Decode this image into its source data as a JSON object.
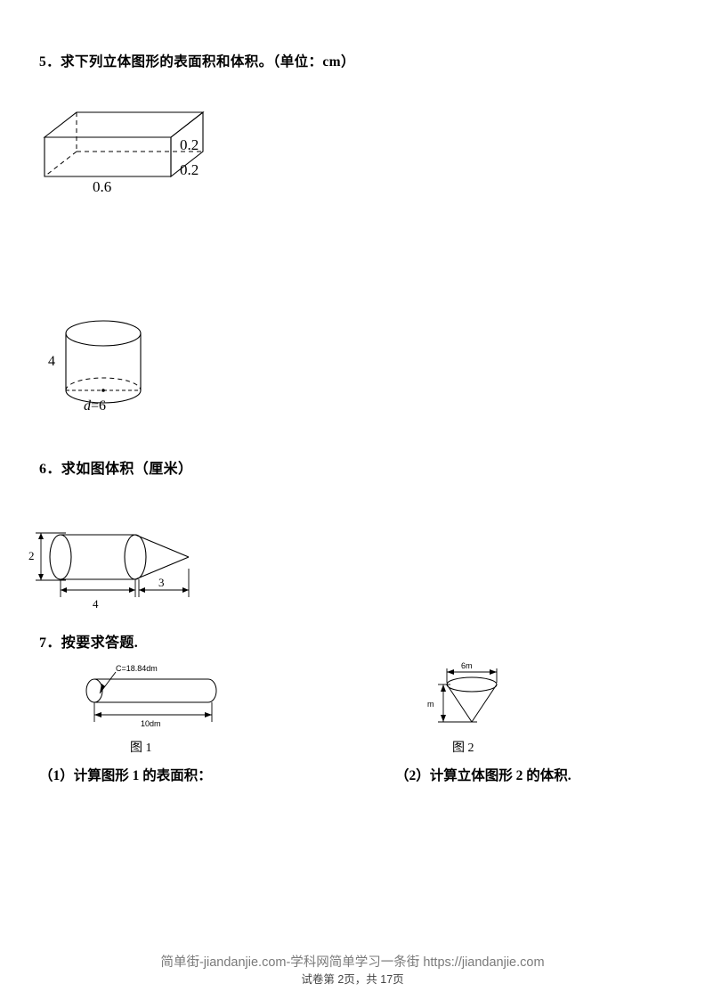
{
  "document": {
    "questions": [
      {
        "number": "5.",
        "heading": "5．求下列立体图形的表面积和体积。（单位：cm）",
        "figures": [
          {
            "name": "cuboid",
            "labels": {
              "height": "0.2",
              "depth": "0.2",
              "length": "0.6"
            }
          },
          {
            "name": "cylinder",
            "labels": {
              "height": "4",
              "diameter": "d=6"
            }
          }
        ]
      },
      {
        "number": "6.",
        "heading": "6．求如图体积（厘米）",
        "figures": [
          {
            "name": "cylinder-cone-bullet",
            "labels": {
              "diameter": "2",
              "cylinder_length": "4",
              "cone_length": "3"
            }
          }
        ]
      },
      {
        "number": "7.",
        "heading": "7．按要求答题.",
        "figures": [
          {
            "name": "horizontal-cylinder",
            "caption": "图 1",
            "labels": {
              "circumference": "C=18.84dm",
              "length": "10dm"
            }
          },
          {
            "name": "inverted-cone",
            "caption": "图 2",
            "labels": {
              "diameter": "6m",
              "height": "m"
            }
          }
        ],
        "sub_questions": [
          "（1）计算图形 1 的表面积：",
          "（2）计算立体图形 2 的体积."
        ]
      }
    ]
  },
  "footer": {
    "watermark": "简单街-jiandanjie.com-学科网简单学习一条街 https://jiandanjie.com",
    "page_label": "试卷第 2页，共 17页"
  },
  "colors": {
    "ink": "#000000",
    "footer_text": "#7a7a7a",
    "page_text": "#444444"
  }
}
